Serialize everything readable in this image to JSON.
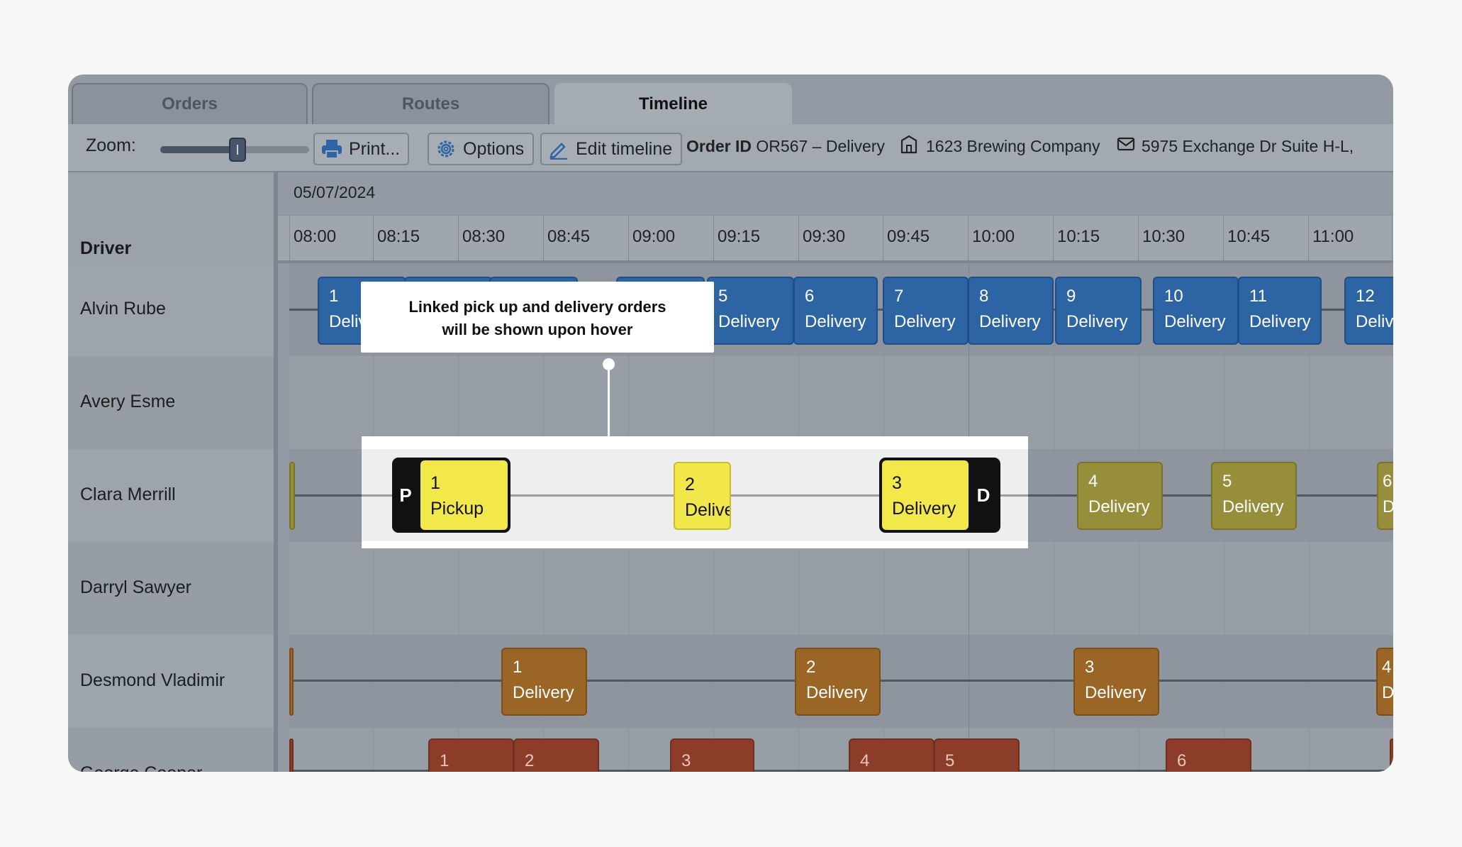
{
  "tabs": [
    {
      "label": "Orders",
      "active": false
    },
    {
      "label": "Routes",
      "active": false
    },
    {
      "label": "Timeline",
      "active": true
    }
  ],
  "toolbar": {
    "zoom_label": "Zoom:",
    "zoom_level": 0.52,
    "print_label": "Print...",
    "options_label": "Options",
    "edit_label": "Edit timeline",
    "order_id_label": "Order ID",
    "order_id_value": "OR567 – Delivery",
    "company": "1623 Brewing Company",
    "address": "5975 Exchange Dr Suite H-L,"
  },
  "timeline": {
    "date": "05/07/2024",
    "driver_header": "Driver",
    "times": [
      "08:00",
      "08:15",
      "08:30",
      "08:45",
      "09:00",
      "09:15",
      "09:30",
      "09:45",
      "10:00",
      "10:15",
      "10:30",
      "10:45",
      "11:00"
    ]
  },
  "drivers": [
    "Alvin Rube",
    "Avery Esme",
    "Clara Merrill",
    "Darryl Sawyer",
    "Desmond Vladimir",
    "George Cooper"
  ],
  "events": {
    "alvin": [
      {
        "num": "1",
        "label": "Delivery"
      },
      {
        "num": "5",
        "label": "Delivery"
      },
      {
        "num": "6",
        "label": "Delivery"
      },
      {
        "num": "7",
        "label": "Delivery"
      },
      {
        "num": "8",
        "label": "Delivery"
      },
      {
        "num": "9",
        "label": "Delivery"
      },
      {
        "num": "10",
        "label": "Delivery"
      },
      {
        "num": "11",
        "label": "Delivery"
      },
      {
        "num": "12",
        "label": "Delivery"
      }
    ],
    "clara": [
      {
        "num": "4",
        "label": "Delivery"
      },
      {
        "num": "5",
        "label": "Delivery"
      },
      {
        "num": "6",
        "label": "Delivery"
      }
    ],
    "desmond": [
      {
        "num": "1",
        "label": "Delivery"
      },
      {
        "num": "2",
        "label": "Delivery"
      },
      {
        "num": "3",
        "label": "Delivery"
      },
      {
        "num": "4",
        "label": "Delivery"
      }
    ],
    "george": [
      "1",
      "2",
      "3",
      "4",
      "5",
      "6"
    ]
  },
  "callout": {
    "line1": "Linked pick up and delivery orders",
    "line2": "will be shown upon hover"
  },
  "hover": {
    "pickup_tag": "P",
    "pickup_num": "1",
    "pickup_label": "Pickup",
    "mid_num": "2",
    "mid_label": "Delivery",
    "delivery_num": "3",
    "delivery_label": "Delivery",
    "delivery_tag": "D"
  },
  "colors": {
    "blue": "#2c64a4",
    "olive": "#968e3a",
    "brown": "#9b6526",
    "red": "#8c3d2a",
    "highlight_yellow": "#f3e84a"
  }
}
